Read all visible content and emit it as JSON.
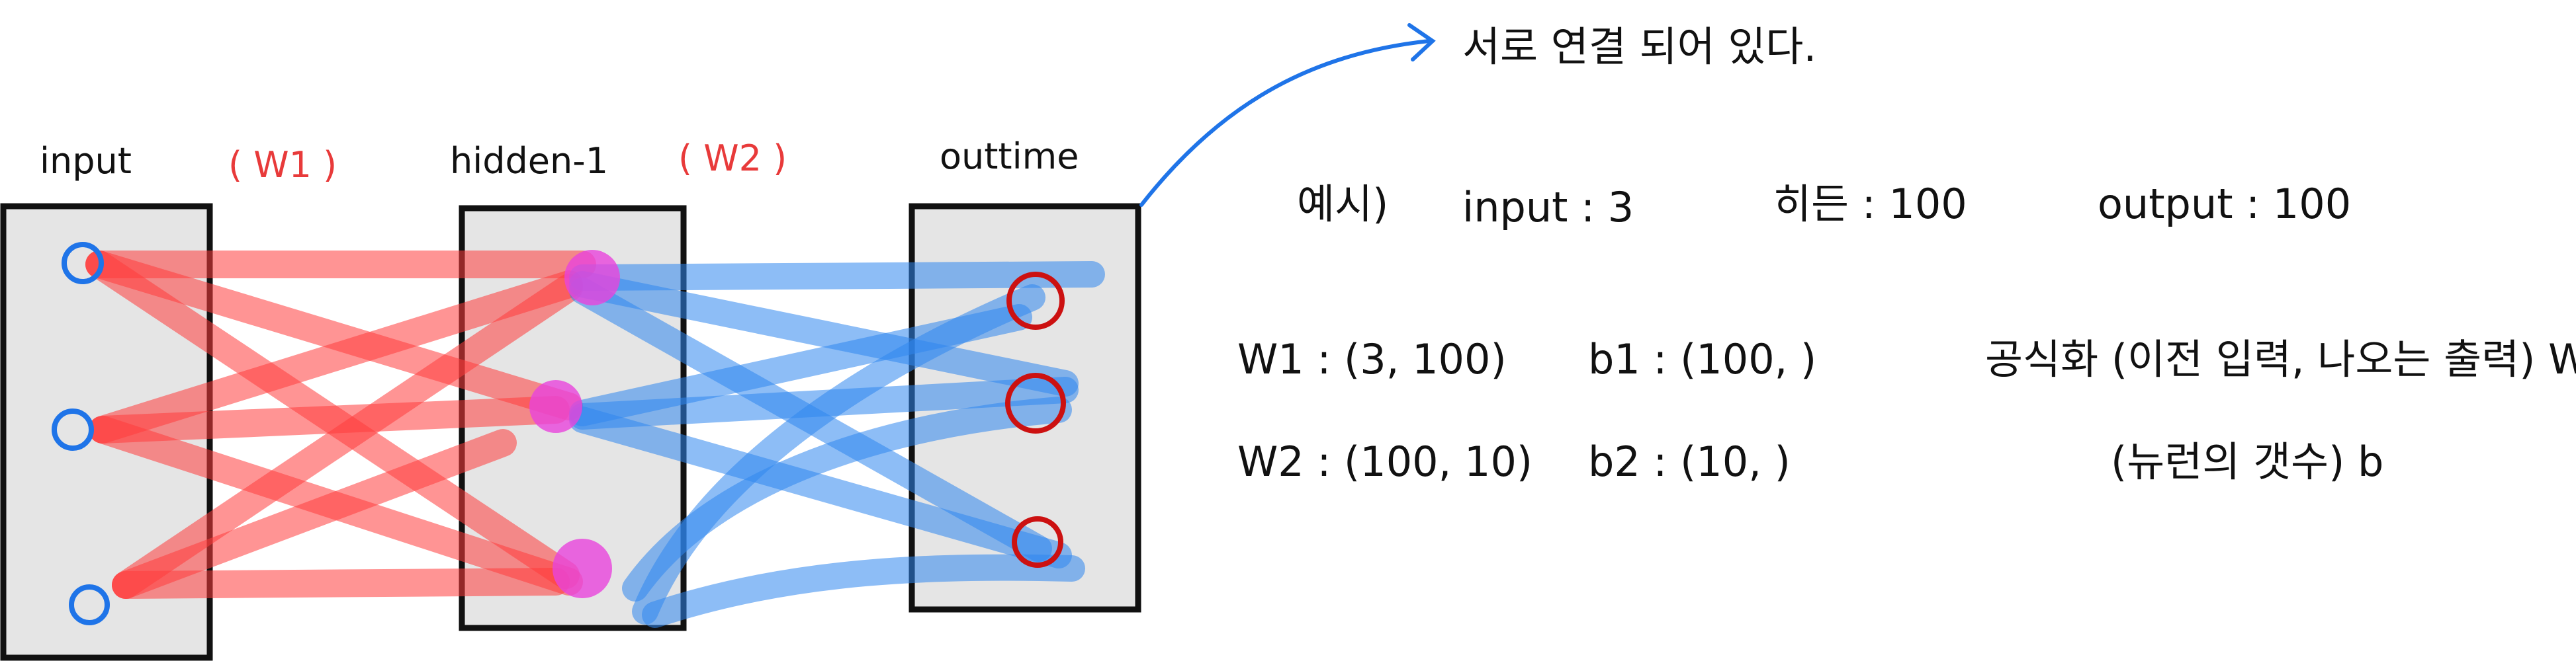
{
  "diagram": {
    "layers": {
      "input": {
        "label": "input",
        "nodes": 3,
        "node_color": "#1f74e8"
      },
      "hidden": {
        "label": "hidden-1",
        "nodes": 3,
        "node_color": "#e040d8"
      },
      "output": {
        "label": "outtime",
        "nodes": 3,
        "node_color": "#cc1111"
      }
    },
    "weights": [
      {
        "label": "( W1 )",
        "color": "#e83a3a"
      },
      {
        "label": "( W2 )",
        "color": "#3b8ff0"
      }
    ],
    "box_fill": "#e5e5e5",
    "box_stroke": "#111111",
    "annotation_color": "#1f74e8"
  },
  "notes": {
    "connected": "서로 연결 되어 있다.",
    "example_label": "예시)",
    "example_input": "input : 3",
    "example_hidden": "히든 : 100",
    "example_output": "output : 100",
    "w1_shape": "W1 : (3, 100)",
    "b1_shape": "b1 : (100, )",
    "formula": "공식화 (이전 입력, 나오는 출력) W",
    "w2_shape": "W2 : (100, 10)",
    "b2_shape": "b2 : (10, )",
    "neuron_count": "(뉴런의 갯수) b"
  }
}
